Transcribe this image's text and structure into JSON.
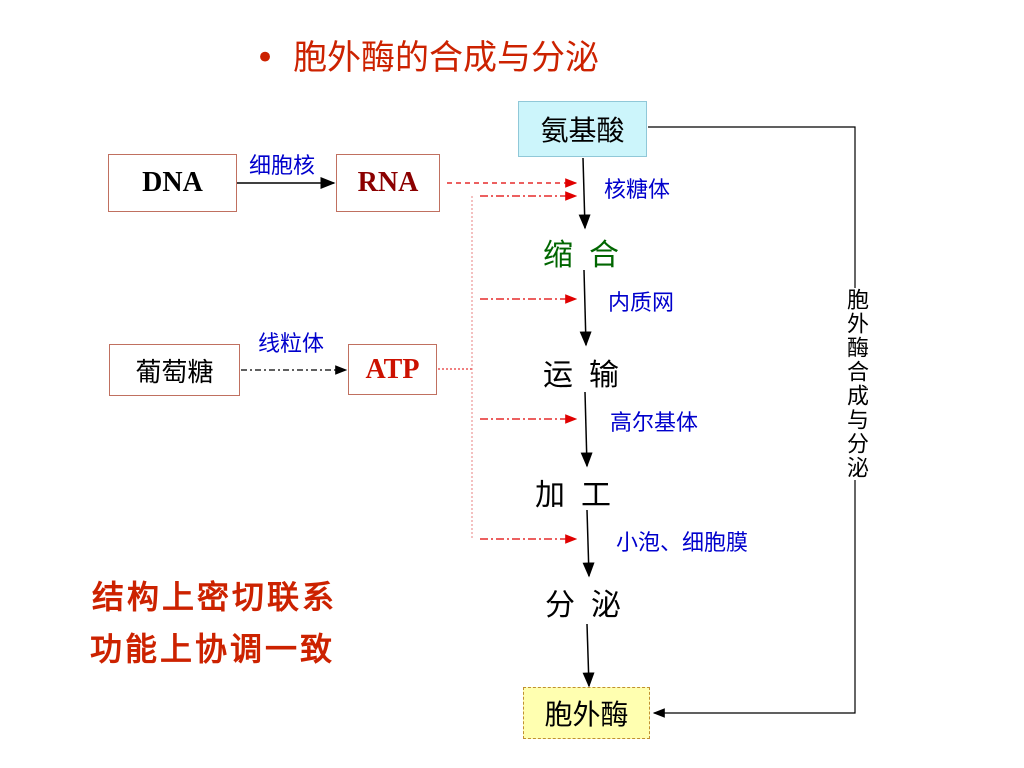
{
  "title": "胞外酶的合成与分泌",
  "bullet": "•",
  "boxes": {
    "dna": "DNA",
    "rna": "RNA",
    "glucose": "葡萄糖",
    "atp": "ATP",
    "amino_acid": "氨基酸",
    "enzyme": "胞外酶"
  },
  "labels": {
    "nucleus": "细胞核",
    "mitochondria": "线粒体",
    "ribosome": "核糖体",
    "er": "内质网",
    "golgi": "高尔基体",
    "vesicle": "小泡、细胞膜"
  },
  "steps": {
    "condense": "缩合",
    "transport": "运输",
    "process": "加工",
    "secrete": "分泌"
  },
  "side_label": "胞外酶合成与分泌",
  "summary": {
    "line1": "结构上密切联系",
    "line2": "功能上协调一致"
  },
  "colors": {
    "title": "#cc2200",
    "organelle_label": "#0000cc",
    "dashed_arrow": "#e00000",
    "amino_acid_fill": "#ccf5fb",
    "enzyme_fill": "#ffffb0"
  }
}
